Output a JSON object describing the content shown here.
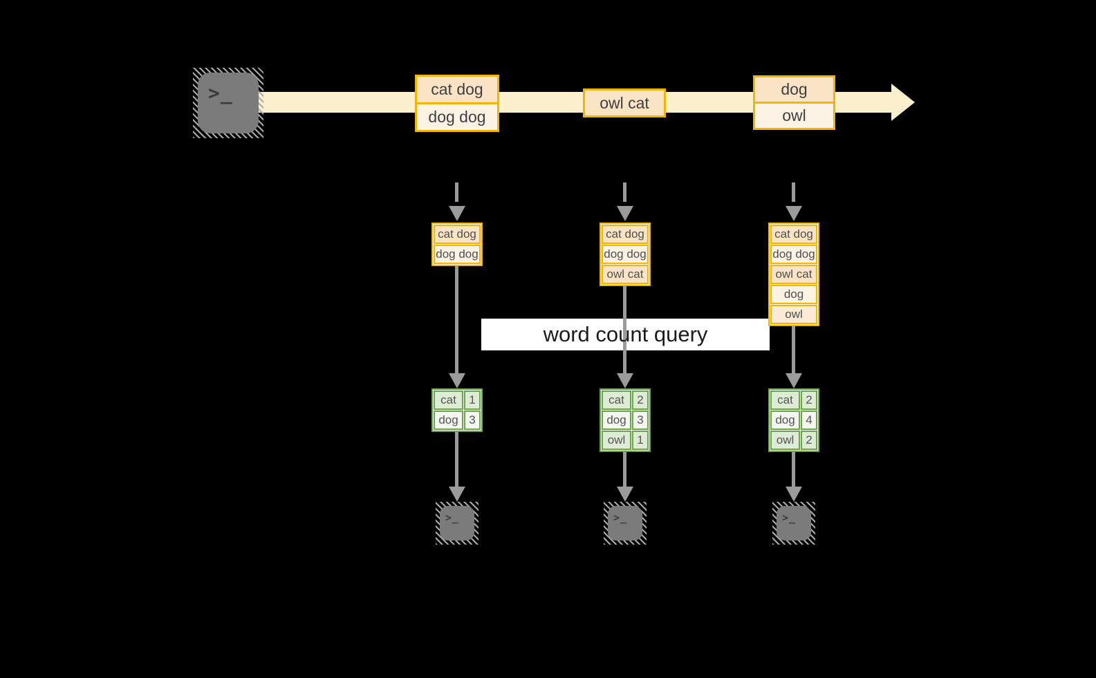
{
  "query_label": "word count query",
  "prompt": ">_",
  "events": [
    {
      "rows": [
        "cat dog",
        "dog dog"
      ]
    },
    {
      "rows": [
        "owl cat"
      ]
    },
    {
      "rows": [
        "dog",
        "owl"
      ]
    }
  ],
  "states": [
    {
      "rows": [
        "cat dog",
        "dog dog"
      ]
    },
    {
      "rows": [
        "cat dog",
        "dog dog",
        "owl cat"
      ]
    },
    {
      "rows": [
        "cat dog",
        "dog dog",
        "owl cat",
        "dog",
        "owl"
      ]
    }
  ],
  "results": [
    {
      "rows": [
        [
          "cat",
          "1"
        ],
        [
          "dog",
          "3"
        ]
      ]
    },
    {
      "rows": [
        [
          "cat",
          "2"
        ],
        [
          "dog",
          "3"
        ],
        [
          "owl",
          "1"
        ]
      ]
    },
    {
      "rows": [
        [
          "cat",
          "2"
        ],
        [
          "dog",
          "4"
        ],
        [
          "owl",
          "2"
        ]
      ]
    }
  ],
  "colors": {
    "background": "#000000",
    "accent_amber": "#f3b402",
    "event_peach": "#fbe3c5",
    "event_cream": "#fdf3e5",
    "event_light_peach": "#fbead6",
    "stream_yellow": "#fdf1cd",
    "green_border": "#6ca64c",
    "green_dark": "#dfecd5",
    "green_light": "#f3f7ef",
    "arrow_gray": "#9b9b9b",
    "terminal_gray": "#7b7b7b",
    "query_text": "#1b1b1b"
  }
}
